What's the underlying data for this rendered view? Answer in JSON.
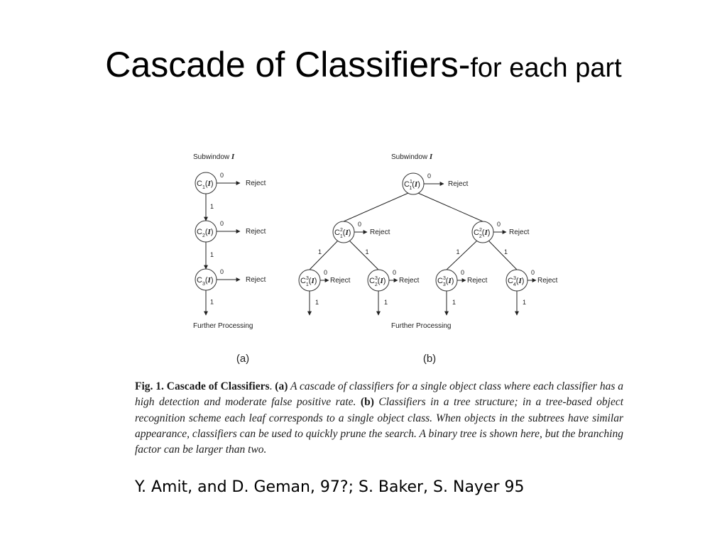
{
  "slide": {
    "title_main": "Cascade of Classifiers-",
    "title_sub": "for each part",
    "citation": "Y. Amit, and D. Geman, 97?;  S. Baker, S. Nayer 95"
  },
  "figure": {
    "subwindow_label": "Subwindow",
    "subwindow_var": "I",
    "reject_label": "Reject",
    "further_label": "Further Processing",
    "edge_zero": "0",
    "edge_one": "1",
    "panel_a_label": "(a)",
    "panel_b_label": "(b)",
    "node_letter": "C",
    "node_var": "I"
  },
  "caption": {
    "fig_label": "Fig. 1. Cascade of Classifiers",
    "period": ". ",
    "a_label": "(a)",
    "a_text": " A cascade of classifiers for a single object class where each classifier has a high detection and moderate false positive rate. ",
    "b_label": "(b)",
    "b_text": " Classifiers in a tree structure; in a tree-based object recognition scheme each leaf corresponds to a single object class. When objects in the subtrees have similar appearance, classifiers can be used to quickly prune the search. A binary tree is shown here, but the branching factor can be larger than two."
  }
}
